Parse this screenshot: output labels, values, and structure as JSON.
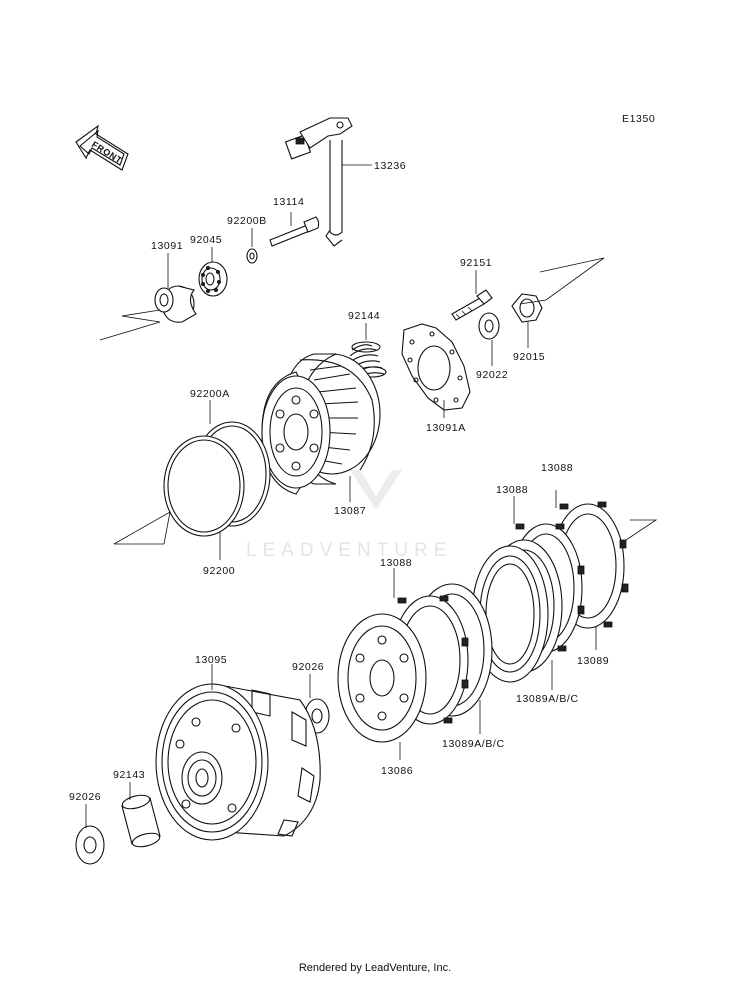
{
  "diagram_code": "E1350",
  "front_label": "FRONT",
  "watermark": "LEADVENTURE",
  "footer": "Rendered by LeadVenture, Inc.",
  "parts": {
    "p13236": "13236",
    "p13114": "13114",
    "p92200b": "92200B",
    "p92045": "92045",
    "p13091": "13091",
    "p92151": "92151",
    "p92015": "92015",
    "p92022": "92022",
    "p92144": "92144",
    "p13091a": "13091A",
    "p92200a": "92200A",
    "p13087": "13087",
    "p92200": "92200",
    "p13088_top": "13088",
    "p13088_mid": "13088",
    "p13088_low": "13088",
    "p13089": "13089",
    "p13089abc_1": "13089A/B/C",
    "p13089abc_2": "13089A/B/C",
    "p13086": "13086",
    "p92026_mid": "92026",
    "p13095": "13095",
    "p92143": "92143",
    "p92026_low": "92026"
  }
}
